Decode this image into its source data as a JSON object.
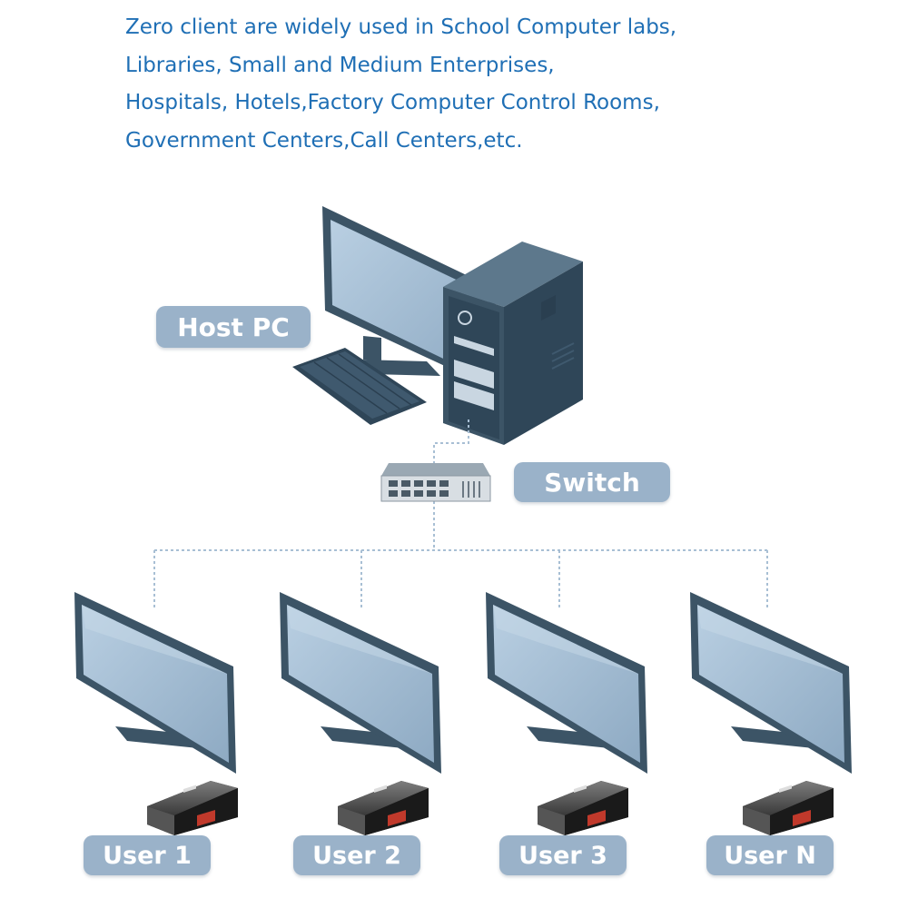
{
  "intro_lines": [
    "Zero client are widely used in School Computer labs,",
    "Libraries, Small and Medium Enterprises,",
    "Hospitals, Hotels,Factory Computer Control Rooms,",
    "Government Centers,Call Centers,etc."
  ],
  "labels": {
    "host": "Host PC",
    "switch": "Switch",
    "users": [
      "User 1",
      "User 2",
      "User 3",
      "User N"
    ]
  },
  "colors": {
    "text_blue": "#1f6fb5",
    "pill_bg": "#9ab2c9",
    "device_dark": "#3c5466",
    "screen_light": "#a7c0d6",
    "connector": "#a8bfd4"
  },
  "icons": [
    "host-monitor-icon",
    "tower-case-icon",
    "keyboard-icon",
    "network-switch-icon",
    "user-monitor-icon",
    "zero-client-icon"
  ]
}
